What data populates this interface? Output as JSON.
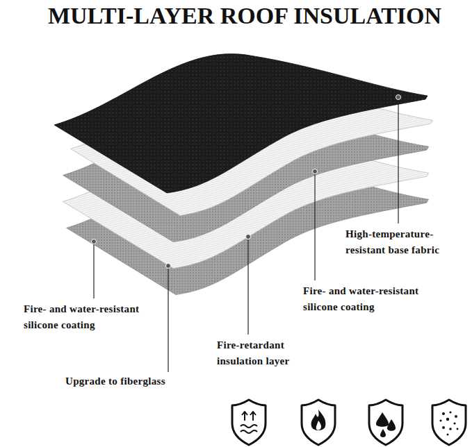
{
  "diagram": {
    "title": "MULTI-LAYER ROOF INSULATION",
    "labels": [
      "High-temperature-resistant base fabric",
      "Fire- and water-resistant silicone coating",
      "Fire- and water-resistant silicone coating",
      "Fire-retardant insulation layer",
      "Upgrade to fiberglass"
    ]
  }
}
